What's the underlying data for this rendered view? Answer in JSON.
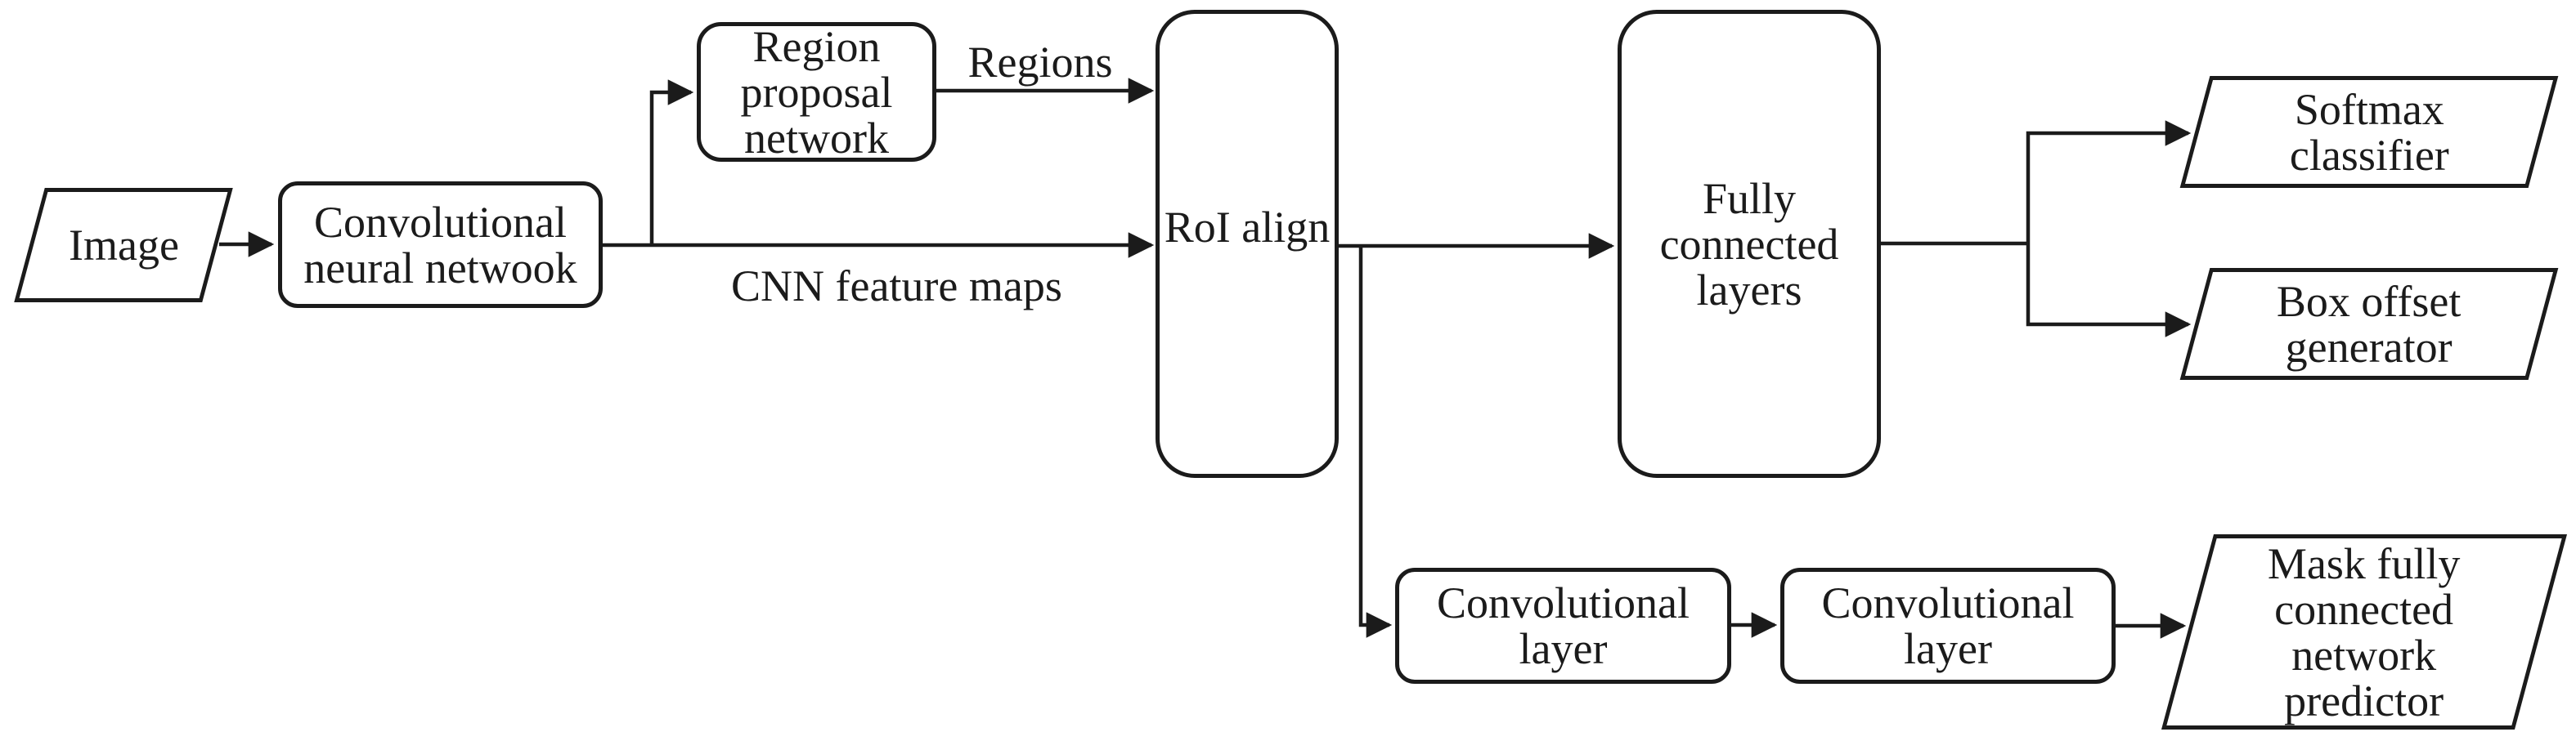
{
  "diagram": {
    "type": "flowchart",
    "nodes": {
      "image": {
        "shape": "parallelogram",
        "label": "Image"
      },
      "cnn": {
        "shape": "rounded-rect",
        "label": "Convolutional\nneural netwook"
      },
      "rpn": {
        "shape": "rounded-rect",
        "label": "Region\nproposal\nnetwork"
      },
      "roi": {
        "shape": "rounded-rect",
        "label": "RoI align"
      },
      "fc": {
        "shape": "rounded-rect",
        "label": "Fully\nconnected\nlayers"
      },
      "conv1": {
        "shape": "rounded-rect",
        "label": "Convolutional\nlayer"
      },
      "conv2": {
        "shape": "rounded-rect",
        "label": "Convolutional\nlayer"
      },
      "softmax": {
        "shape": "parallelogram",
        "label": "Softmax\nclassifier"
      },
      "box_offset": {
        "shape": "parallelogram",
        "label": "Box offset\ngenerator"
      },
      "mask": {
        "shape": "parallelogram",
        "label": "Mask fully\nconnected\nnetwork\npredictor"
      }
    },
    "edge_labels": {
      "regions": "Regions",
      "cnn_feature_maps": "CNN feature maps"
    },
    "colors": {
      "stroke": "#1b1b1b",
      "text": "#1b1b1b",
      "background": "#ffffff"
    }
  }
}
